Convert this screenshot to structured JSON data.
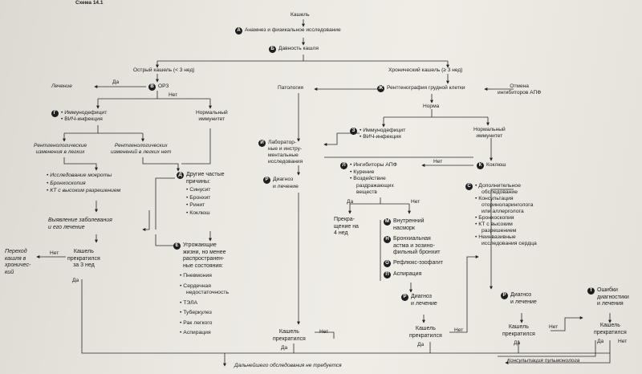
{
  "scheme_title": "Схема 14.1",
  "nodes": {
    "cough": "Кашель",
    "a_text": "Анамнез и физикальное исследование",
    "b_text": "Давность кашля",
    "acute": "Острый кашель (< 3 нед)",
    "chronic": "Хронический кашель (≥ 3 нед)",
    "v_text": "ОРЗ",
    "treatment_left": "Лечение",
    "yes1": "Да",
    "no1": "Нет",
    "g_items": [
      "Иммунодефицит",
      "ВИЧ-инфекция"
    ],
    "normal_immunity": [
      "Нормальный",
      "иммунитет"
    ],
    "xray_changes_left": [
      "Рентгенологические",
      "изменения в легких"
    ],
    "xray_changes_none": [
      "Рентгенологических",
      "изменений в легких нет"
    ],
    "invest_list": [
      "Исследование мокроты",
      "Бронхоскопия",
      "КТ с высоким разрешением"
    ],
    "detect_disease": [
      "Выявление заболевания",
      "и его лечение"
    ],
    "d_title": [
      "Другие частые",
      "причины:"
    ],
    "d_items": [
      "Синусит",
      "Бронхит",
      "Ринит",
      "Коклюш"
    ],
    "e_title": [
      "Угрожающие",
      "жизни, но менее",
      "распространен-",
      "ные состояния:"
    ],
    "e_items": [
      "Пневмония",
      "Сердечная недостаточность",
      "ТЭЛА",
      "Туберкулез",
      "Рак легкого",
      "Аспирация"
    ],
    "e_items_lines": [
      [
        "Пневмония"
      ],
      [
        "Сердечная",
        "недостаточность"
      ],
      [
        "ТЭЛА"
      ],
      [
        "Туберкулез"
      ],
      [
        "Рак легкого"
      ],
      [
        "Аспирация"
      ]
    ],
    "transition": [
      "Переход",
      "кашля в",
      "хроничес-",
      "кий"
    ],
    "no2": "Нет",
    "cough_stop_3wk": [
      "Кашель",
      "прекратился",
      "за 3 нед"
    ],
    "yes2": "Да",
    "pathology": "Патология",
    "zh_text": "Рентгенография грудной клетки",
    "cancel_ace": [
      "Отмена",
      "ингибиторов АПФ"
    ],
    "norm": "Норма",
    "i_text": [
      "Лаборатор-",
      "ные и инстру-",
      "ментальные",
      "исследования"
    ],
    "r_text": [
      "Диагноз",
      "и лечение"
    ],
    "z_items": [
      "Иммунодефицит",
      "ВИЧ-инфекция"
    ],
    "normal_immunity2": [
      "Нормальный",
      "иммунитет"
    ],
    "no3": "Нет",
    "k_text": "Коклюш",
    "l_items": [
      "Ингибиторы АПФ",
      "Курение"
    ],
    "l_item3": [
      "Воздействие",
      "раздражающих",
      "веществ"
    ],
    "yes3": "Да",
    "no4": "Нет",
    "stop_4wk": [
      "Прекра-",
      "щение на",
      "4 нед"
    ],
    "m_text": [
      "Внутренний",
      "насморк"
    ],
    "n_text": [
      "Бронхиальная",
      "астма и эозино-",
      "фильный бронхит"
    ],
    "o_text": "Рефлюкс-эзофагит",
    "p_text": "Аспирация",
    "s_items": [
      [
        "Дополнительное",
        "обследование"
      ],
      [
        "Консультация",
        "оториноларинголога",
        "или аллерголога"
      ],
      [
        "Бронхоскопия"
      ],
      [
        "КТ с высоким",
        "разрешением"
      ],
      [
        "Неинвазивные",
        "исследования сердца"
      ]
    ],
    "r2_text": [
      "Диагноз",
      "и лечение"
    ],
    "r3_text": [
      "Диагноз",
      "и лечение"
    ],
    "t_text": [
      "Ошибки",
      "диагностики",
      "и лечения"
    ],
    "cough_stop": [
      "Кашель",
      "прекратился"
    ],
    "no": "Нет",
    "yes": "Да",
    "pulmo_consult": "Консультация пульмонолога",
    "no_further": "Дальнейшего обследования не требуется"
  },
  "badges": {
    "a": "А",
    "b": "Б",
    "v": "В",
    "g": "Г",
    "d": "Д",
    "e": "Е",
    "zh": "Ж",
    "z": "З",
    "i": "И",
    "k": "К",
    "l": "Л",
    "m": "М",
    "n": "Н",
    "o": "О",
    "p": "П",
    "r": "Р",
    "s": "С",
    "t": "Т"
  }
}
